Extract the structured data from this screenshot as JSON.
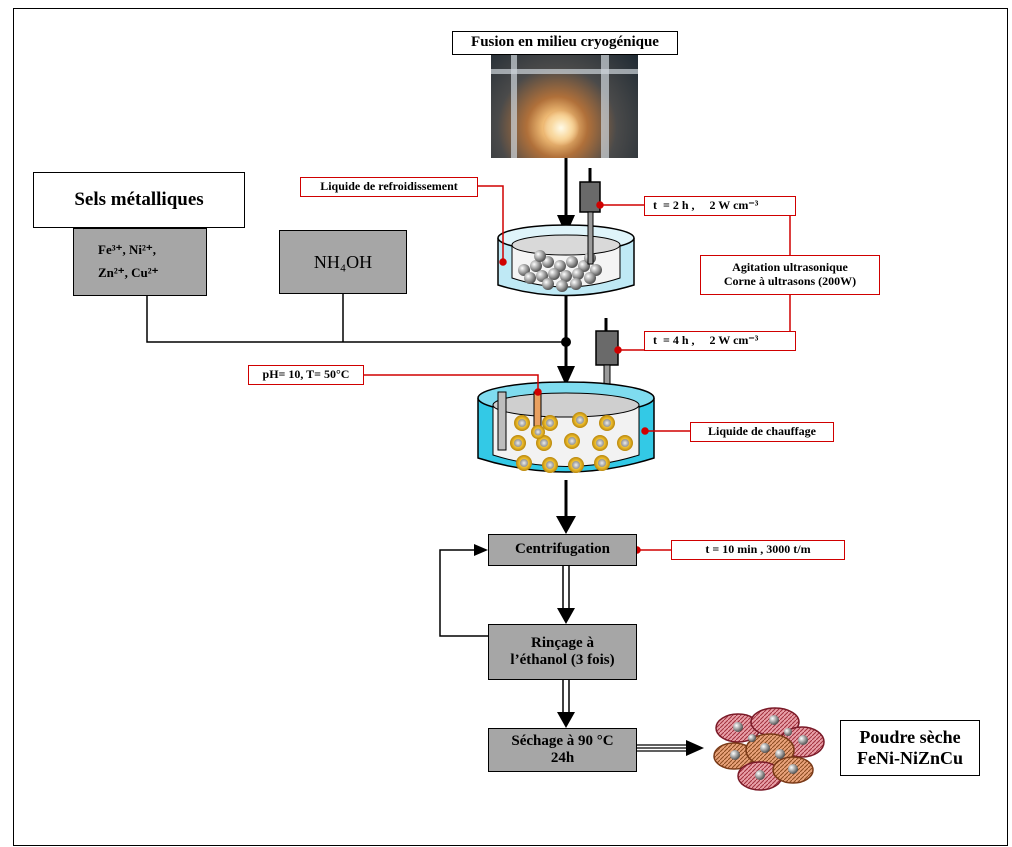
{
  "nodes": {
    "fusion": "Fusion en milieu cryogénique",
    "sels_title": "Sels métalliques",
    "sels_line1": "Fe³⁺, Ni²⁺,",
    "sels_line2": "Zn²⁺, Cu²⁺",
    "nh4oh": "NH₄OH",
    "liquide_refroid": "Liquide de refroidissement",
    "t2h": "t  = 2 h ,     2 W cm⁻³",
    "agitation_line1": "Agitation ultrasonique",
    "agitation_line2": "Corne à ultrasons (200W)",
    "t4h": "t  = 4 h ,     2 W cm⁻³",
    "ph": "pH= 10, T= 50°C",
    "liquide_chauff": "Liquide de chauffage",
    "centrifugation": "Centrifugation",
    "t10": "t = 10 min , 3000 t/m",
    "rincage_line1": "Rinçage à",
    "rincage_line2": "l’éthanol (3 fois)",
    "sechage_line1": "Séchage à 90 °C",
    "sechage_line2": "24h",
    "poudre_line1": "Poudre sèche",
    "poudre_line2": "FeNi-NiZnCu"
  },
  "colors": {
    "box_gray": "#a6a6a6",
    "label_border": "#d00000",
    "bath": "#33c9e6",
    "particle_gold": "#d4a017"
  }
}
